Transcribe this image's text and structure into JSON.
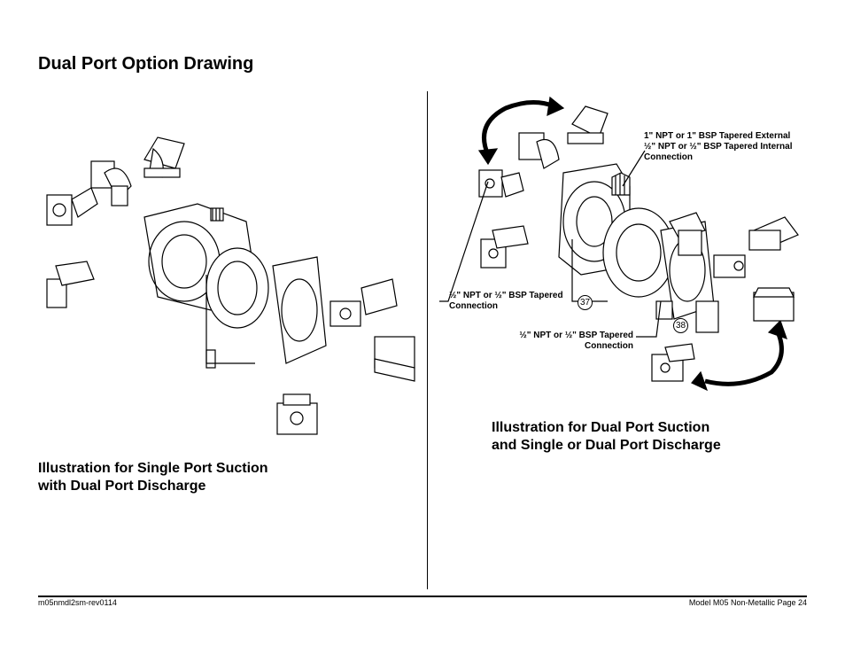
{
  "page_title": "Dual Port Option Drawing",
  "left_caption": {
    "line1": "Illustration for Single Port Suction",
    "line2": "with Dual Port Discharge"
  },
  "right_caption": {
    "line1": "Illustration for Dual Port Suction",
    "line2": "and Single or Dual Port Discharge"
  },
  "callouts": {
    "top": {
      "line1": "1\" NPT or 1\" BSP Tapered External",
      "line2": "½\" NPT or ½\" BSP Tapered Internal",
      "line3": "Connection"
    },
    "left": {
      "line1": "½\" NPT or ½\" BSP Tapered",
      "line2": "Connection"
    },
    "middle": {
      "line1": "½\" NPT or ½\" BSP Tapered",
      "line2": "Connection"
    }
  },
  "item_numbers": [
    "37",
    "38"
  ],
  "footer": {
    "doc_id": "m05nmdl2sm-rev0114",
    "page_label": "Model M05 Non-Metallic Page 24"
  }
}
